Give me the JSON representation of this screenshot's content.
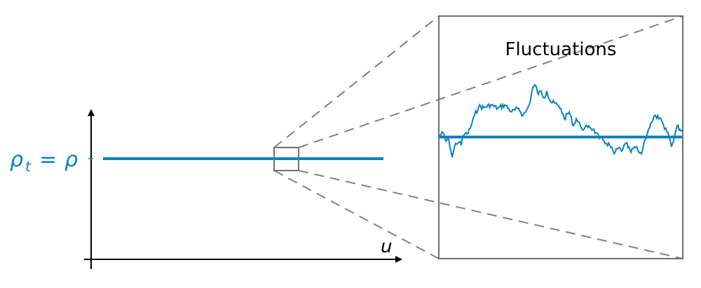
{
  "labels": {
    "y_value": "ρ",
    "y_sub": "t",
    "equals": "=",
    "rhs": "ρ",
    "x_axis": "u",
    "inset_title": "Fluctuations"
  },
  "colors": {
    "accent": "#0a84bd",
    "axis": "#000000",
    "frame": "#707070",
    "dash": "#808080"
  }
}
